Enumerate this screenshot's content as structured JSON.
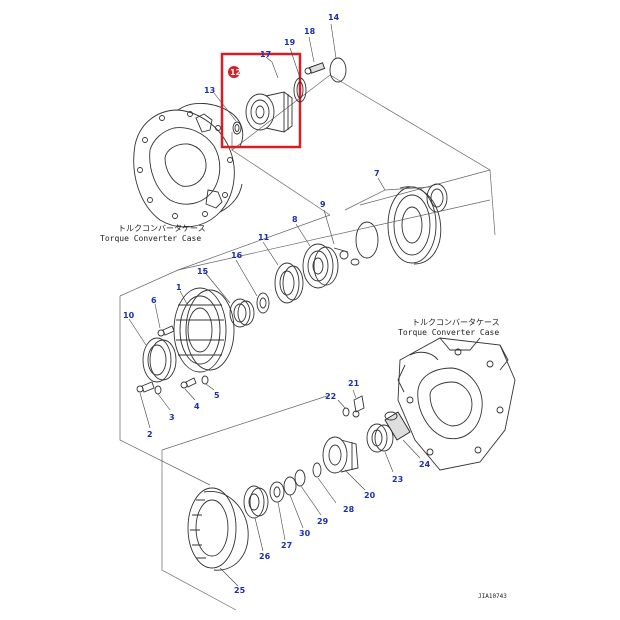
{
  "captions": {
    "torque_converter_case_top_jp": "トルクコンバータケース",
    "torque_converter_case_top_en": "Torque Converter Case",
    "torque_converter_case_right_jp": "トルクコンバータケース",
    "torque_converter_case_right_en": "Torque Converter Case"
  },
  "drawing_id": "JIA10743",
  "highlight": {
    "part": "12",
    "color": "#d81f26"
  },
  "callouts": [
    "1",
    "2",
    "3",
    "4",
    "5",
    "6",
    "7",
    "8",
    "9",
    "10",
    "11",
    "12",
    "13",
    "14",
    "15",
    "16",
    "17",
    "18",
    "19",
    "20",
    "21",
    "22",
    "23",
    "24",
    "25",
    "26",
    "27",
    "28",
    "29",
    "30"
  ]
}
